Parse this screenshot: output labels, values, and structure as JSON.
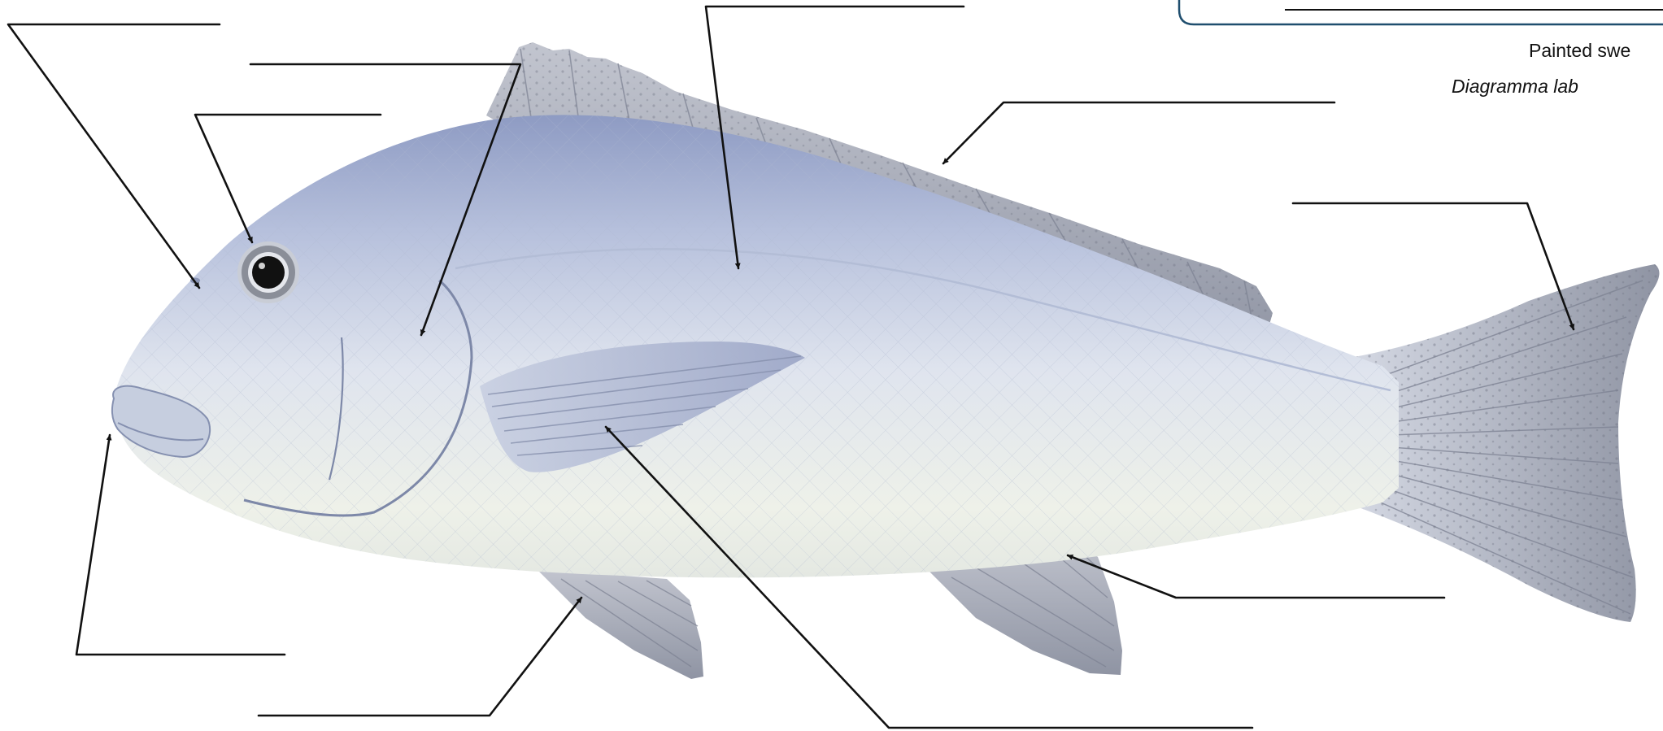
{
  "species": {
    "common_name": "Painted swe",
    "scientific_name": "Diagramma lab"
  },
  "colors": {
    "body_light": "#eef1ec",
    "body_mid": "#c9d1e2",
    "body_dark": "#8f9cc2",
    "fin": "#a9adb9",
    "fin_rays": "#6f7483",
    "eye": "#111111",
    "leader_lines": "#111111",
    "box_outline": "#1f4e6e"
  },
  "labels": [
    {
      "id": "nostril",
      "text": ""
    },
    {
      "id": "gill-cover",
      "text": ""
    },
    {
      "id": "eye",
      "text": ""
    },
    {
      "id": "lateral-line",
      "text": ""
    },
    {
      "id": "dorsal-fin",
      "text": ""
    },
    {
      "id": "caudal-fin",
      "text": ""
    },
    {
      "id": "mouth",
      "text": ""
    },
    {
      "id": "pelvic-fin",
      "text": ""
    },
    {
      "id": "pectoral-fin",
      "text": ""
    },
    {
      "id": "anal-fin",
      "text": ""
    }
  ]
}
